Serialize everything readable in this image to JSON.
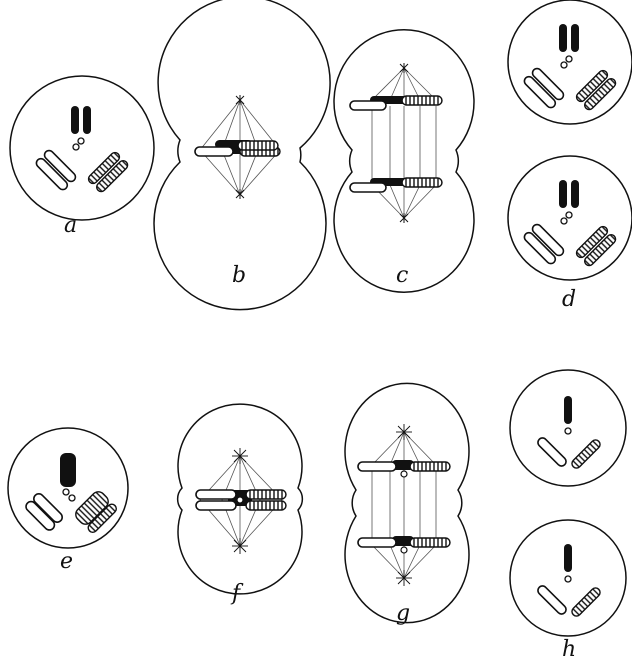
{
  "panels": [
    {
      "id": "a",
      "label": "a"
    },
    {
      "id": "b",
      "label": "b"
    },
    {
      "id": "c",
      "label": "c"
    },
    {
      "id": "d",
      "label": "d"
    },
    {
      "id": "e",
      "label": "e"
    },
    {
      "id": "f",
      "label": "f"
    },
    {
      "id": "g",
      "label": "g"
    },
    {
      "id": "h",
      "label": "h"
    }
  ],
  "colors": {
    "ink": "#111111",
    "paper": "#ffffff"
  }
}
